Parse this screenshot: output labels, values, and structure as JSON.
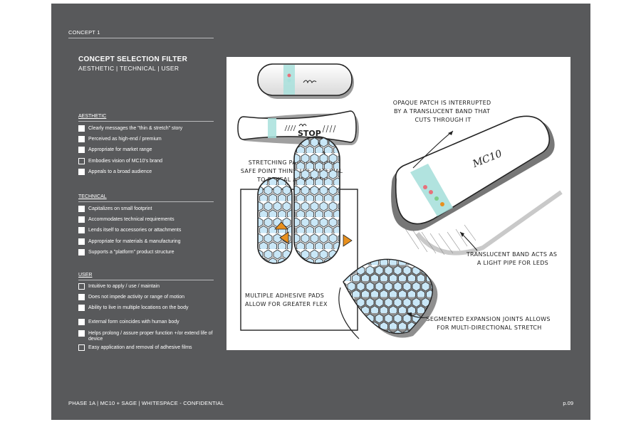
{
  "header": {
    "concept_label": "CONCEPT 1"
  },
  "filter": {
    "title": "CONCEPT SELECTION FILTER",
    "subtitle": "AESTHETIC  |  TECHNICAL  |  USER"
  },
  "sections": {
    "aesthetic": {
      "heading": "AESTHETIC",
      "items": [
        {
          "text": "Clearly messages the \"thin & stretch\" story",
          "checked": true
        },
        {
          "text": "Perceived as high-end / premium",
          "checked": true
        },
        {
          "text": "Appropriate for market range",
          "checked": true
        },
        {
          "text": "Embodies vision of MC10's brand",
          "checked": false
        },
        {
          "text": "Appeals to a broad audience",
          "checked": true
        }
      ]
    },
    "technical": {
      "heading": "TECHNICAL",
      "items": [
        {
          "text": "Capitalizes on small footprint",
          "checked": true
        },
        {
          "text": "Accommodates technical requirements",
          "checked": true
        },
        {
          "text": "Lends itself to accessories or attachments",
          "checked": true
        },
        {
          "text": "Appropriate for materials & manufacturing",
          "checked": true
        },
        {
          "text": "Supports a \"platform\" product structure",
          "checked": true
        }
      ]
    },
    "user": {
      "heading": "USER",
      "items": [
        {
          "text": "Intuitive to apply / use / maintain",
          "checked": false
        },
        {
          "text": "Does not impede activity or range of motion",
          "checked": true
        },
        {
          "text": "Ability to live in multiple locations on the body",
          "checked": true
        },
        {
          "text": "External form coincides with human body",
          "checked": true
        },
        {
          "text": "Helps prolong / assure proper function +/or extend life of device",
          "checked": true
        },
        {
          "text": "Easy application and removal of adhesive films",
          "checked": false
        }
      ]
    }
  },
  "sketch": {
    "patch_logo": "MC10",
    "stop_text": "STOP",
    "note_opaque": [
      "OPAQUE PATCH IS INTERRUPTED",
      "BY A TRANSLUCENT BAND THAT",
      "CUTS THROUGH IT"
    ],
    "note_stretch": [
      "STRETCHING PATCH BEYOND",
      "SAFE POINT THINS THE MATERIAL",
      "TO REVEAL A WARNING"
    ],
    "note_translucent": [
      "TRANSLUCENT BAND ACTS AS",
      "A LIGHT PIPE FOR LEDS"
    ],
    "note_pads": [
      "MULTIPLE ADHESIVE PADS",
      "ALLOW FOR GREATER FLEX"
    ],
    "note_joints": [
      "SEGMENTED EXPANSION JOINTS ALLOWS",
      "FOR MULTI-DIRECTIONAL STRETCH"
    ],
    "colors": {
      "band": "#a8e0dc",
      "led_red": "#e8707a",
      "led_green": "#7ccf8a",
      "arrow": "#e8901e",
      "hex_fill": "#c9e7f7"
    }
  },
  "footer": {
    "left": "PHASE 1A  |  MC10 + SAGE  |  WHITESPACE - CONFIDENTIAL",
    "page": "p.09"
  }
}
